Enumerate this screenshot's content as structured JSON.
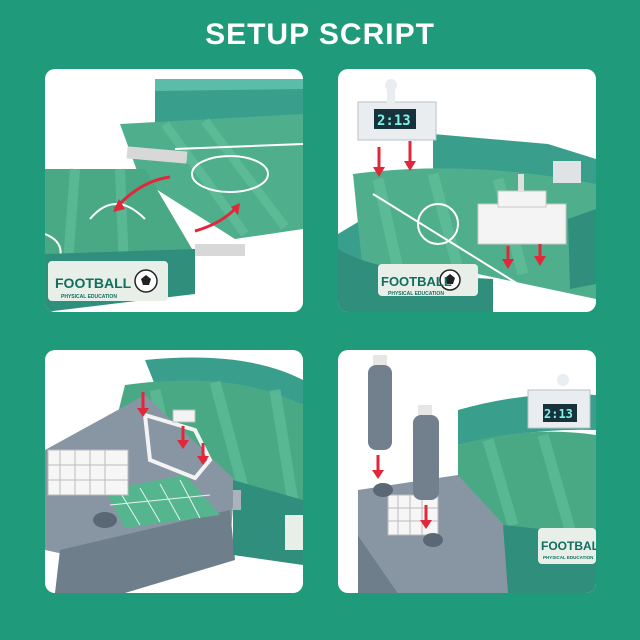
{
  "header": {
    "title": "SETUP SCRIPT"
  },
  "brand": {
    "name": "FOOTBALL",
    "subtitle": "PHYSICAL EDUCATION"
  },
  "scoreboard": {
    "display": "2:13"
  },
  "colors": {
    "background": "#1f9a7a",
    "pitch_light": "#55b58f",
    "pitch_dark": "#3f9f7b",
    "rail": "#3a9e8c",
    "arrow_red": "#e0283a",
    "base_gray": "#7c8b99"
  }
}
